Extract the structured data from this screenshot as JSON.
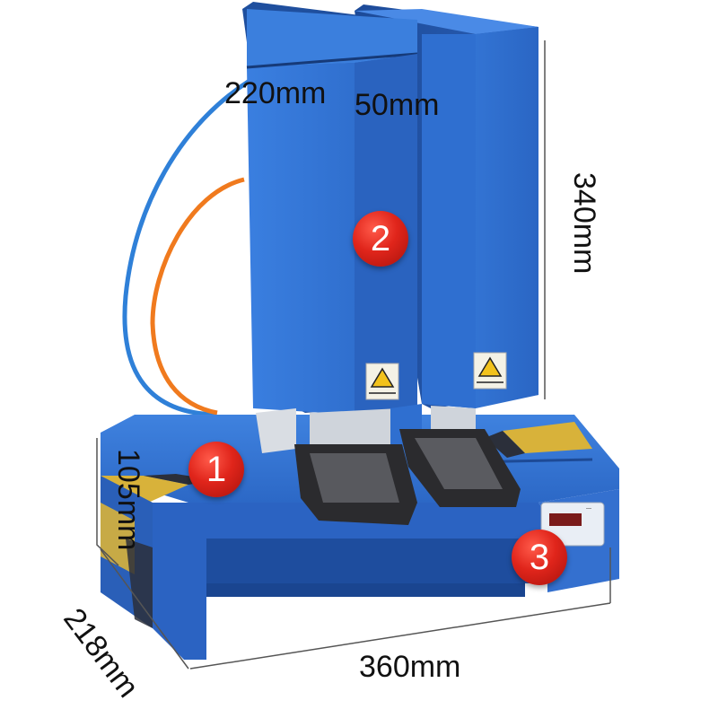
{
  "dimensions": {
    "depth_top": "220mm",
    "width_top": "50mm",
    "height": "340mm",
    "base_height": "105mm",
    "base_depth": "218mm",
    "base_width": "360mm"
  },
  "badges": [
    "1",
    "2",
    "3"
  ],
  "colors": {
    "machine_blue": "#2f6fd0",
    "machine_blue_dark": "#1f4f9e",
    "badge_red": "#e0251b",
    "stripe_yellow": "#d8b23a",
    "stripe_dark": "#2b2f3a",
    "hose_blue": "#2f80d8",
    "hose_orange": "#f07a1e",
    "background": "#ffffff"
  },
  "icons": [
    "warning-label-icon",
    "digital-counter-icon",
    "air-hose-icon"
  ]
}
